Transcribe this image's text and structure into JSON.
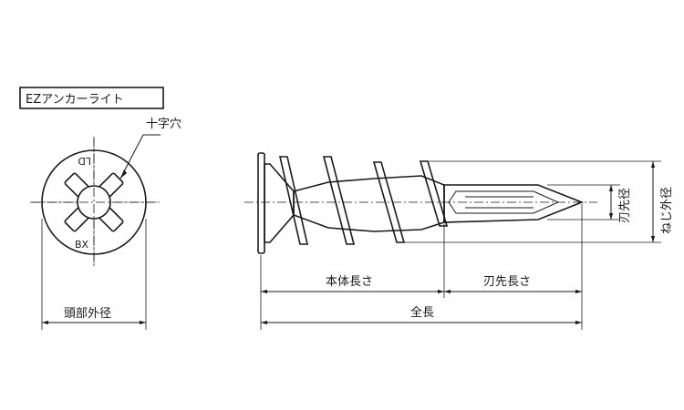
{
  "title_box": {
    "text": "EZアンカーライト"
  },
  "head_view": {
    "callout": "十字穴",
    "mark_top": "LD",
    "mark_bottom": "BX",
    "dim_label": "頭部外径"
  },
  "side_view": {
    "dim_body_length": "本体長さ",
    "dim_tip_length": "刃先長さ",
    "dim_total_length": "全長",
    "dim_tip_diameter": "刃先径",
    "dim_thread_diameter": "ねじ外径"
  }
}
